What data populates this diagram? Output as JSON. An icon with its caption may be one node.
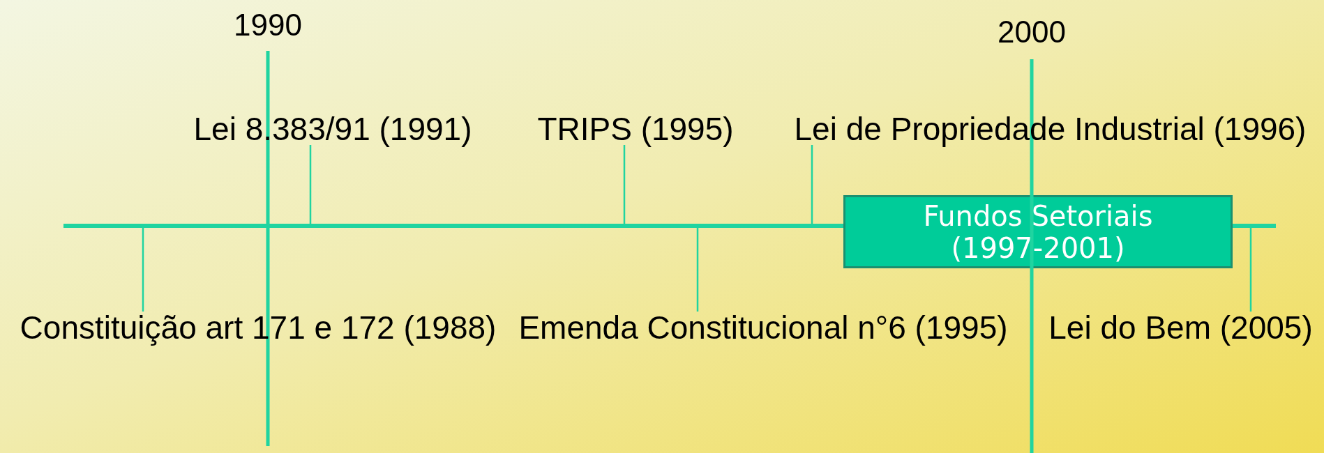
{
  "diagram": {
    "nodes": [
      {
        "text": [
          "Lei 8.383/91 (1991)"
        ]
      },
      {
        "text": [
          "TRIPS (1995)"
        ]
      },
      {
        "text": [
          "Lei de Propriedade Industrial (1996)"
        ]
      },
      {
        "text": [],
        "shape": "bar"
      },
      {
        "text": [
          "Fundos Setoriais (1997-2001)"
        ]
      },
      {
        "text": [
          "Constituição art 171 e 172 (1988)"
        ]
      },
      {
        "text": [
          "Emenda Constitucional n°6 (1995)"
        ]
      },
      {
        "text": [
          "Lei do Bem (2005)"
        ]
      }
    ],
    "edges": [
      {
        "from": 0,
        "to": 3,
        "arrow": "none"
      },
      {
        "from": 1,
        "to": 3,
        "arrow": "none"
      },
      {
        "from": 2,
        "to": 3,
        "arrow": "none"
      },
      {
        "from": 5,
        "to": 3,
        "arrow": "none"
      },
      {
        "from": 6,
        "to": 3,
        "arrow": "none"
      },
      {
        "from": 7,
        "to": null,
        "arrow": "none"
      }
    ],
    "labels": [
      "1990",
      "2000"
    ]
  }
}
